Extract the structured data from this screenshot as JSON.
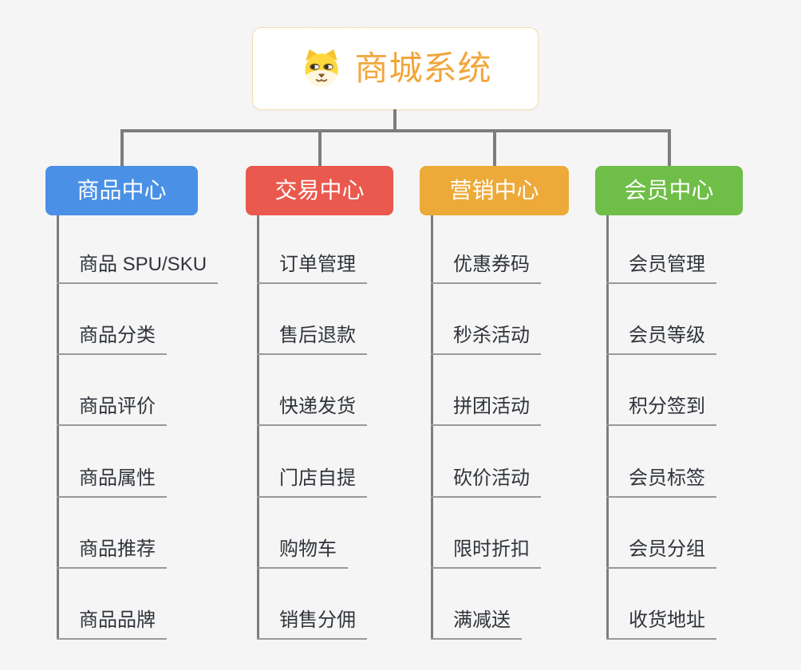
{
  "root": {
    "title": "商城系统",
    "icon": "dog-face-icon"
  },
  "branches": [
    {
      "label": "商品中心",
      "color": "#4a90e6",
      "items": [
        "商品 SPU/SKU",
        "商品分类",
        "商品评价",
        "商品属性",
        "商品推荐",
        "商品品牌"
      ]
    },
    {
      "label": "交易中心",
      "color": "#e9594e",
      "items": [
        "订单管理",
        "售后退款",
        "快递发货",
        "门店自提",
        "购物车",
        "销售分佣"
      ]
    },
    {
      "label": "营销中心",
      "color": "#edaa38",
      "items": [
        "优惠券码",
        "秒杀活动",
        "拼团活动",
        "砍价活动",
        "限时折扣",
        "满减送"
      ]
    },
    {
      "label": "会员中心",
      "color": "#6fbe47",
      "items": [
        "会员管理",
        "会员等级",
        "积分签到",
        "会员标签",
        "会员分组",
        "收货地址"
      ]
    }
  ],
  "colors": {
    "background": "#f5f5f5",
    "connector": "#7d7d7d",
    "leaf_underline": "#97999b",
    "leaf_text": "#30343a",
    "root_border": "#f0bd62",
    "root_text": "#f2a63a",
    "branch_text": "#ffffff"
  }
}
